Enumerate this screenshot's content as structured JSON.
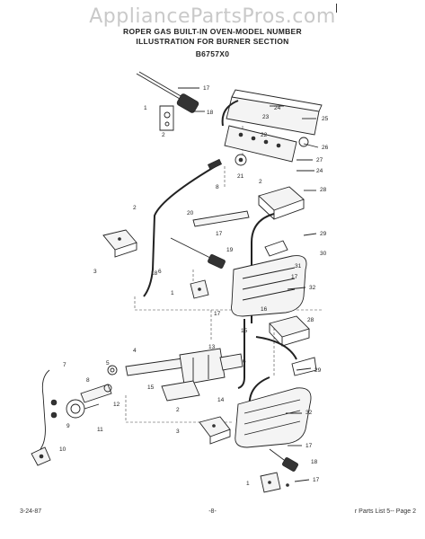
{
  "watermark": "AppliancePartsPros.com",
  "title": {
    "line1": "ROPER GAS BUILT-IN OVEN-MODEL NUMBER",
    "line2": "ILLUSTRATION FOR BURNER SECTION",
    "model": "B6757X0"
  },
  "footer": {
    "date": "3-24-87",
    "page": "-8-",
    "right": "r Parts List 5-- Page 2"
  },
  "callouts": [
    "17",
    "1",
    "18",
    "2",
    "24",
    "23",
    "25",
    "22",
    "26",
    "27",
    "24",
    "21",
    "2",
    "8",
    "28",
    "20",
    "2",
    "17",
    "19",
    "18",
    "29",
    "30",
    "31",
    "17",
    "32",
    "3",
    "1",
    "6",
    "17",
    "16",
    "28",
    "15",
    "4",
    "13",
    "5",
    "6",
    "7",
    "29",
    "8",
    "12",
    "14",
    "15",
    "2",
    "11",
    "9",
    "32",
    "3",
    "10",
    "17",
    "18",
    "1",
    "17"
  ]
}
